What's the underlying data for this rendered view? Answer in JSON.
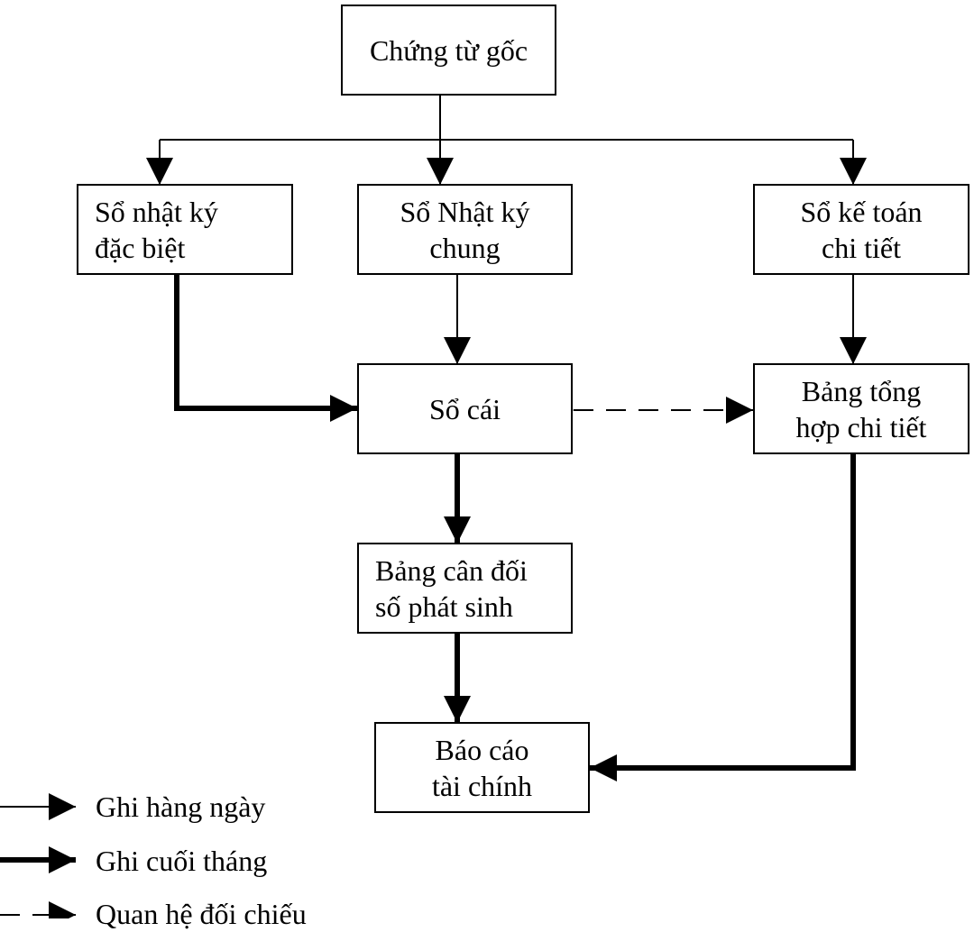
{
  "nodes": {
    "chung_tu_goc": [
      "Chứng từ gốc"
    ],
    "nhat_ky_dac_biet": [
      "Sổ nhật ký",
      "đặc biệt"
    ],
    "nhat_ky_chung": [
      "Sổ Nhật ký",
      "chung"
    ],
    "ke_toan_chi_tiet": [
      "Sổ kế toán",
      "chi tiết"
    ],
    "so_cai": [
      "Sổ cái"
    ],
    "tong_hop_chi_tiet": [
      "Bảng tổng",
      "hợp chi tiết"
    ],
    "can_doi_phat_sinh": [
      "Bảng cân đối",
      "số phát sinh"
    ],
    "bao_cao_tai_chinh": [
      "Báo cáo",
      "tài chính"
    ]
  },
  "legend": {
    "daily": "Ghi hàng ngày",
    "month_end": "Ghi cuối tháng",
    "reconcile": "Quan hệ đối chiếu"
  }
}
